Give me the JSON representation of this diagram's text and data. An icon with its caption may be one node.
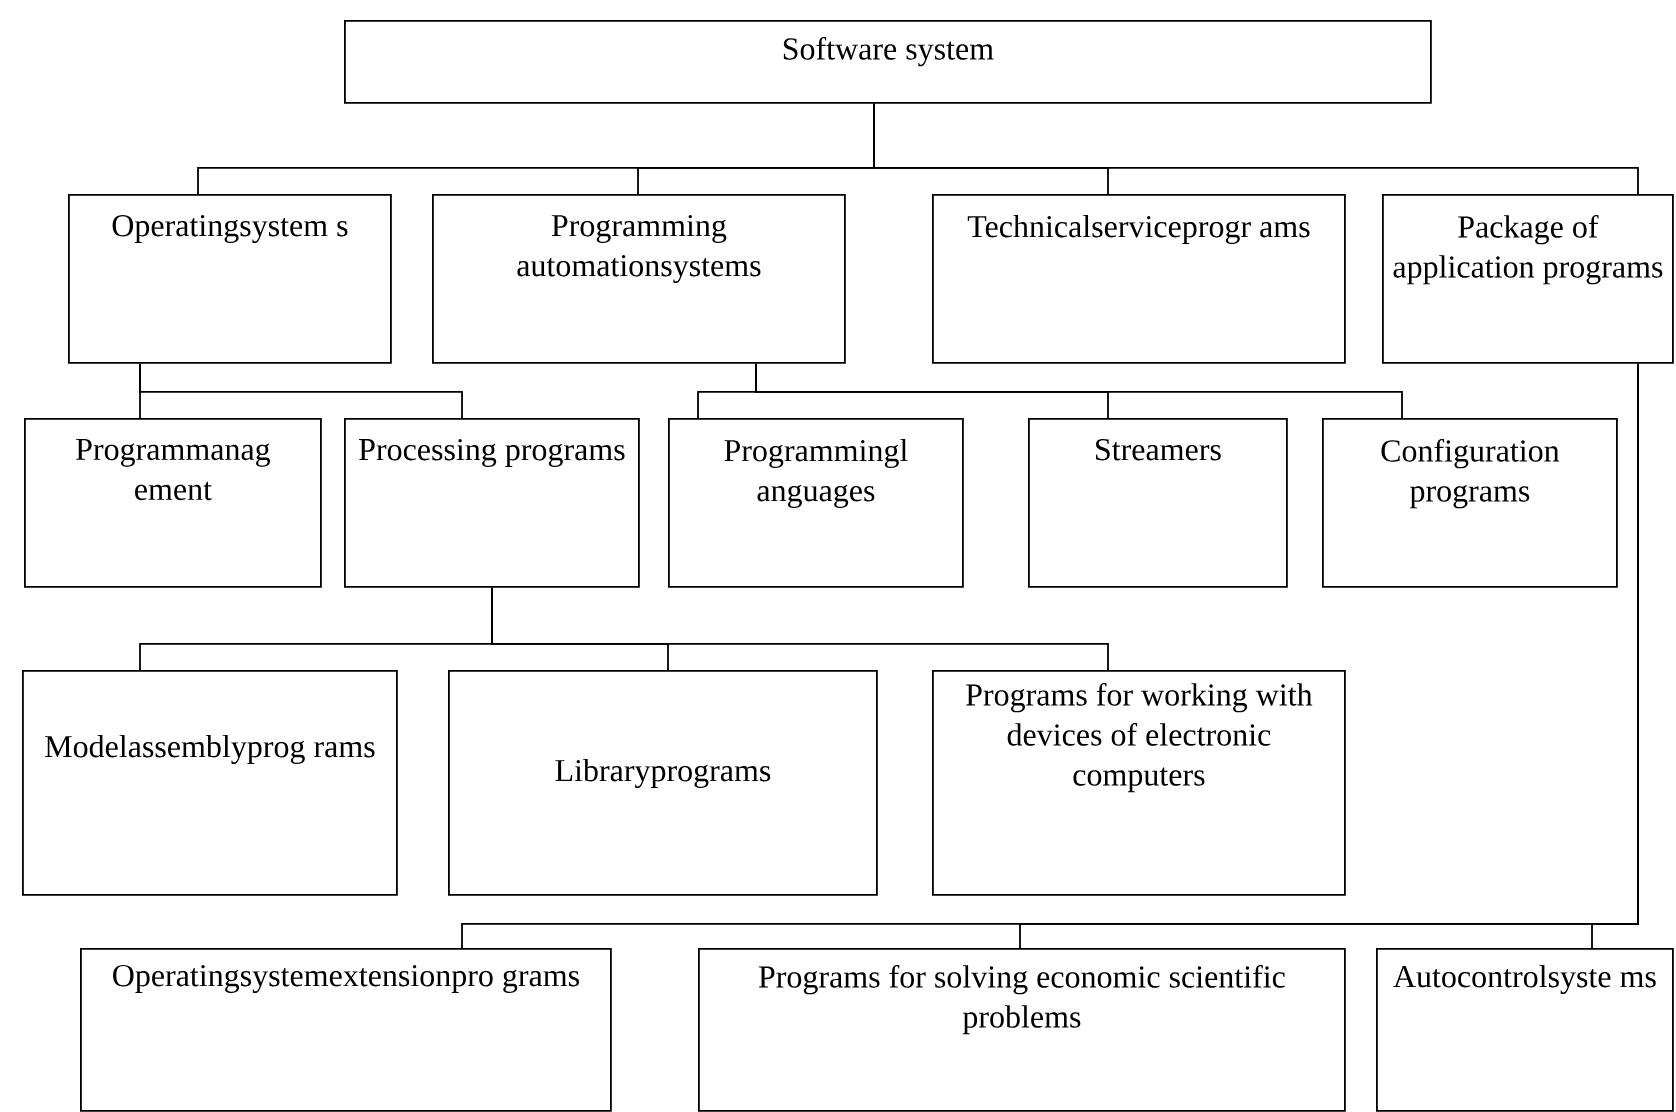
{
  "diagram": {
    "nodes": [
      {
        "text": [
          "Software system"
        ]
      },
      {
        "text": [
          "Operatingsystem s"
        ]
      },
      {
        "text": [
          "Programming automationsystems"
        ]
      },
      {
        "text": [
          "Technicalserviceprogr ams"
        ]
      },
      {
        "text": [
          "Package of application programs"
        ]
      },
      {
        "text": [
          "Programmanag ement"
        ]
      },
      {
        "text": [
          "Processing programs"
        ]
      },
      {
        "text": [
          "Programmingl anguages"
        ]
      },
      {
        "text": [
          "Streamers"
        ]
      },
      {
        "text": [
          "Configuration programs"
        ]
      },
      {
        "text": [
          "Modelassemblyprog rams"
        ]
      },
      {
        "text": [
          "Libraryprograms"
        ]
      },
      {
        "text": [
          "Programs for working with devices of electronic computers"
        ]
      },
      {
        "text": [
          "Operatingsystemextensionpro grams"
        ]
      },
      {
        "text": [
          "Programs for solving economic scientific problems"
        ]
      },
      {
        "text": [
          "Autocontrolsyste ms"
        ]
      }
    ],
    "edges": [
      {
        "from": 0,
        "to": 1,
        "arrow": "none"
      },
      {
        "from": 0,
        "to": 2,
        "arrow": "none"
      },
      {
        "from": 0,
        "to": 3,
        "arrow": "none"
      },
      {
        "from": 0,
        "to": 4,
        "arrow": "none"
      },
      {
        "from": 1,
        "to": 5,
        "arrow": "none"
      },
      {
        "from": 1,
        "to": 6,
        "arrow": "none"
      },
      {
        "from": 2,
        "to": 7,
        "arrow": "none"
      },
      {
        "from": 2,
        "to": 8,
        "arrow": "none"
      },
      {
        "from": 2,
        "to": 9,
        "arrow": "none"
      },
      {
        "from": 6,
        "to": 10,
        "arrow": "none"
      },
      {
        "from": 6,
        "to": 11,
        "arrow": "none"
      },
      {
        "from": 6,
        "to": 12,
        "arrow": "none"
      },
      {
        "from": 4,
        "to": 13,
        "arrow": "none"
      },
      {
        "from": 4,
        "to": 14,
        "arrow": "none"
      },
      {
        "from": 4,
        "to": 15,
        "arrow": "none"
      }
    ]
  }
}
